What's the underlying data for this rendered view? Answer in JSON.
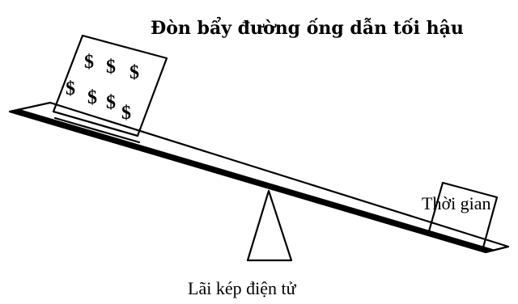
{
  "diagram": {
    "title": "Đòn bẩy đường ống dẫn tối hậu",
    "fulcrum_label": "Lãi kép điện tử",
    "right_box_label": "Thời gian",
    "money_symbols": [
      "$",
      "$",
      "$",
      "$",
      "$",
      "$",
      "$"
    ]
  }
}
